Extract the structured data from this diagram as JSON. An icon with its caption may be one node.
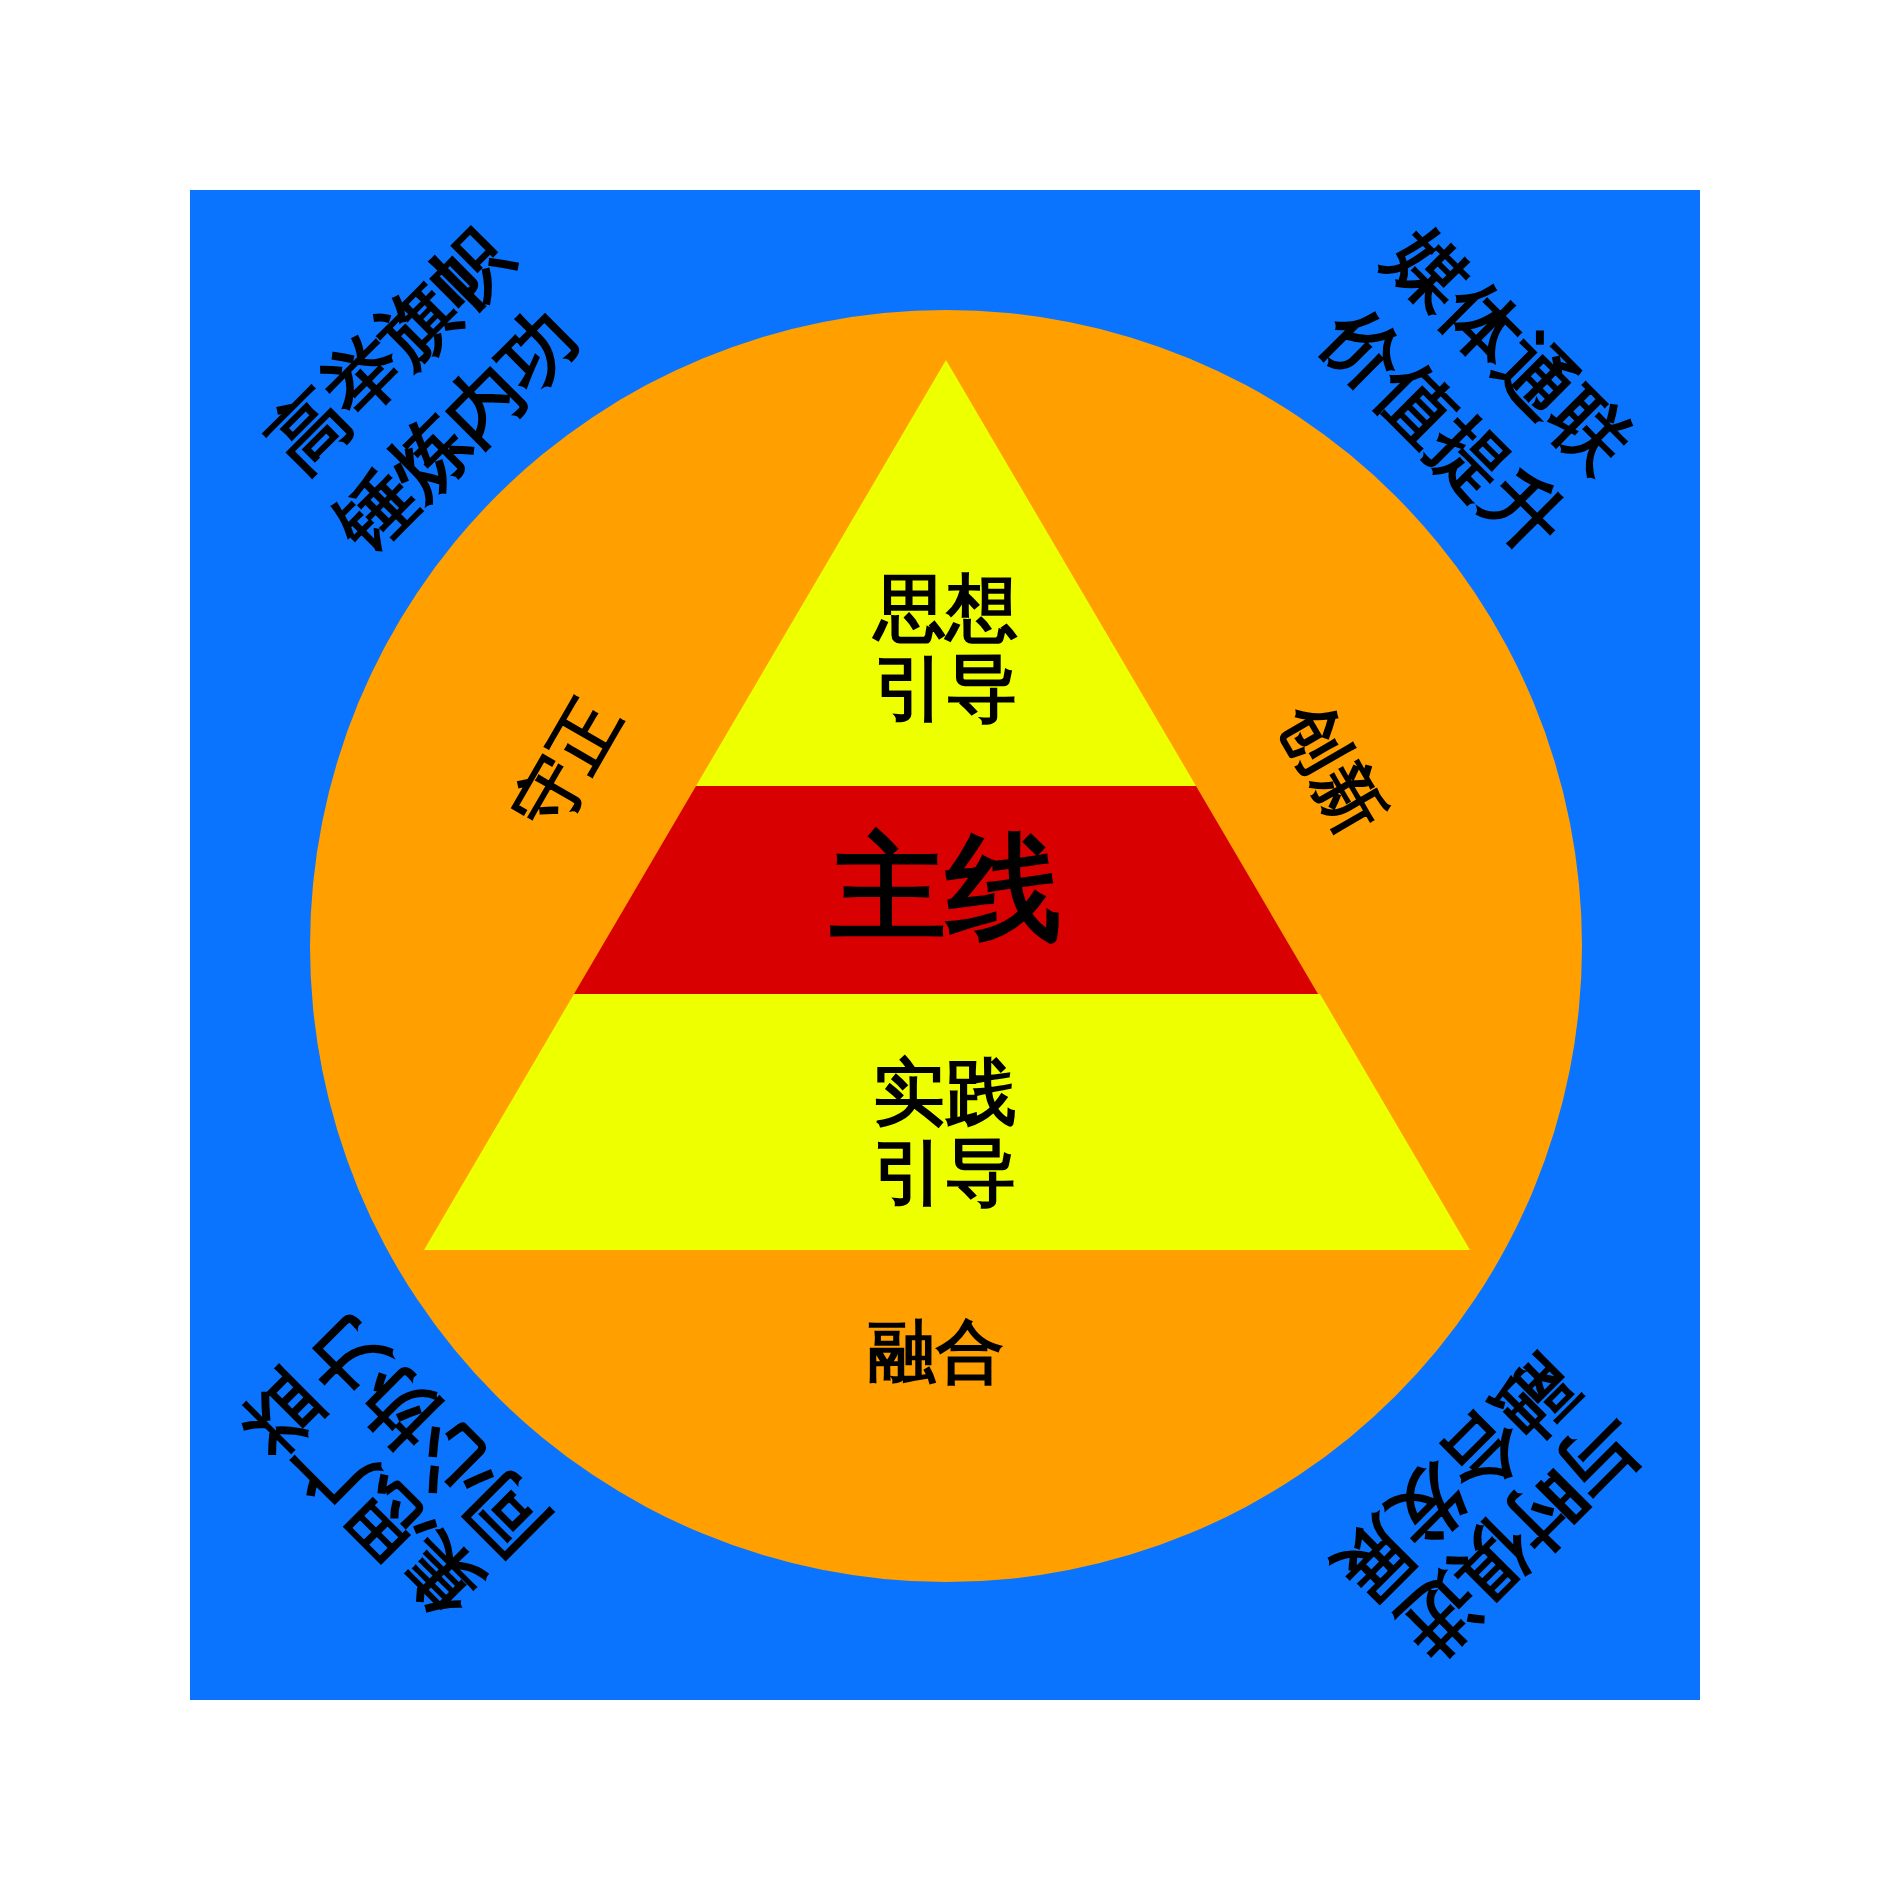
{
  "diagram": {
    "nodes": [
      {
        "text": [],
        "shape": "box"
      },
      {
        "text": [
          "守正",
          "创新",
          "融合"
        ],
        "in": 0
      },
      {
        "text": [
          "思想引导"
        ],
        "in": 1
      },
      {
        "text": [
          "主线"
        ],
        "in": 1
      },
      {
        "text": [
          "实践引导"
        ],
        "in": 1
      }
    ],
    "edges": [],
    "labels": [
      "高举旗帜",
      "锤炼内功",
      "媒体通联",
      "价值提升",
      "集思广益",
      "同心协力",
      "与时俱进",
      "融合发展"
    ]
  }
}
